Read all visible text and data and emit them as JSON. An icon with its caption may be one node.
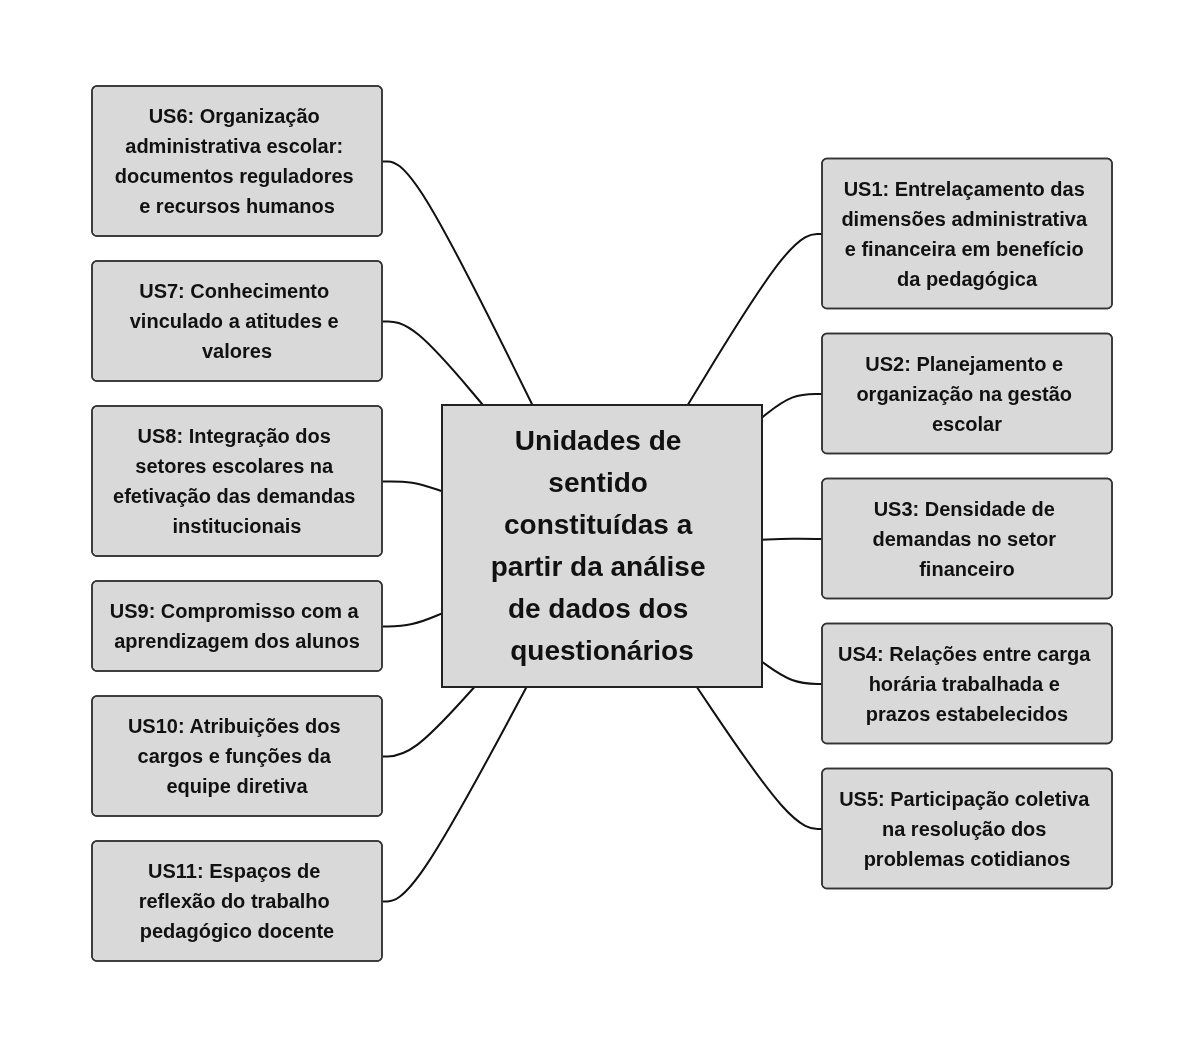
{
  "diagram": {
    "nodes": [
      {
        "text": [
          "Unidades de sentido constituídas a partir da análise de dados dos questionários"
        ]
      },
      {
        "text": [
          "US1: Entrelaçamento das dimensões administrativa e financeira em benefício da pedagógica"
        ]
      },
      {
        "text": [
          "US2: Planejamento e organização na gestão escolar"
        ]
      },
      {
        "text": [
          "US3: Densidade de demandas no setor financeiro"
        ]
      },
      {
        "text": [
          "US4: Relações entre carga horária trabalhada e prazos estabelecidos"
        ]
      },
      {
        "text": [
          "US5: Participação coletiva na resolução dos problemas cotidianos"
        ]
      },
      {
        "text": [
          "US6: Organização administrativa escolar: documentos reguladores e recursos humanos"
        ]
      },
      {
        "text": [
          "US7: Conhecimento vinculado a atitudes e valores"
        ]
      },
      {
        "text": [
          "US8: Integração dos setores escolares na efetivação das demandas institucionais"
        ]
      },
      {
        "text": [
          "US9: Compromisso com a aprendizagem dos alunos"
        ]
      },
      {
        "text": [
          "US10: Atribuições dos cargos e funções da equipe diretiva"
        ]
      },
      {
        "text": [
          "US11: Espaços de reflexão do trabalho pedagógico docente"
        ]
      }
    ],
    "edges": [
      {
        "from": 0,
        "to": 1,
        "arrow": "none"
      },
      {
        "from": 0,
        "to": 2,
        "arrow": "none"
      },
      {
        "from": 0,
        "to": 3,
        "arrow": "none"
      },
      {
        "from": 0,
        "to": 4,
        "arrow": "none"
      },
      {
        "from": 0,
        "to": 5,
        "arrow": "none"
      },
      {
        "from": 6,
        "to": 0,
        "arrow": "none"
      },
      {
        "from": 7,
        "to": 0,
        "arrow": "none"
      },
      {
        "from": 8,
        "to": 0,
        "arrow": "none"
      },
      {
        "from": 9,
        "to": 0,
        "arrow": "none"
      },
      {
        "from": 10,
        "to": 0,
        "arrow": "none"
      },
      {
        "from": 11,
        "to": 0,
        "arrow": "none"
      }
    ]
  }
}
